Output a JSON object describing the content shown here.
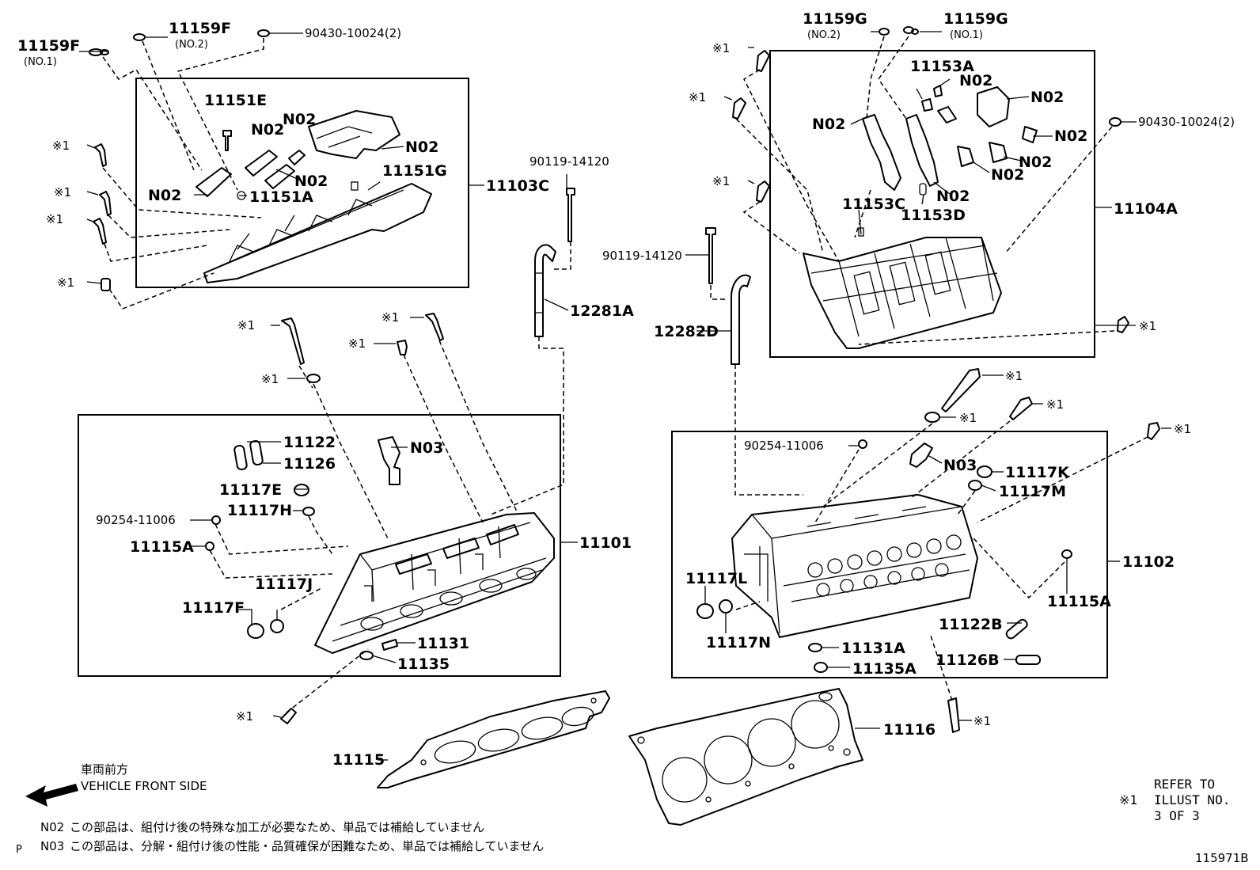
{
  "labels": {
    "p11159F_no1": "11159F",
    "p11159F_no1_sub": "(NO.1)",
    "p11159F_no2": "11159F",
    "p11159F_no2_sub": "(NO.2)",
    "p90430_left": "90430-10024(2)",
    "p11151E": "11151E",
    "n02_a": "N02",
    "n02_b": "N02",
    "n02_c": "N02",
    "n02_d": "N02",
    "n02_e": "N02",
    "p11151G": "11151G",
    "p11151A": "11151A",
    "p11103C": "11103C",
    "p90119_left": "90119-14120",
    "p12281A": "12281A",
    "p11122": "11122",
    "p11126": "11126",
    "n03_left": "N03",
    "p11117E": "11117E",
    "p11117H": "11117H",
    "p90254_left": "90254-11006",
    "p11115A_left": "11115A",
    "p11101": "11101",
    "p11117J": "11117J",
    "p11117F": "11117F",
    "p11131": "11131",
    "p11135": "11135",
    "p11115": "11115",
    "p11159G_no2": "11159G",
    "p11159G_no2_sub": "(NO.2)",
    "p11159G_no1": "11159G",
    "p11159G_no1_sub": "(NO.1)",
    "p11153A": "11153A",
    "n02_f": "N02",
    "n02_g": "N02",
    "n02_h": "N02",
    "n02_i": "N02",
    "n02_j": "N02",
    "n02_k": "N02",
    "n02_l": "N02",
    "p90430_right": "90430-10024(2)",
    "p11153C": "11153C",
    "p11153D": "11153D",
    "p11104A": "11104A",
    "p90119_right": "90119-14120",
    "p12282D": "12282D",
    "p90254_right": "90254-11006",
    "n03_right": "N03",
    "p11117K": "11117K",
    "p11117M": "11117M",
    "p11102": "11102",
    "p11115A_right": "11115A",
    "p11117L": "11117L",
    "p11117N": "11117N",
    "p11131A": "11131A",
    "p11135A": "11135A",
    "p11122B": "11122B",
    "p11126B": "11126B",
    "p11116": "11116",
    "ref_mark": "※1"
  },
  "footer": {
    "front_jp": "車両前方",
    "front_en": "VEHICLE FRONT SIDE",
    "note_n02_code": "N02",
    "note_n02_text": "この部品は、組付け後の特殊な加工が必要なため、単品では補給していません",
    "note_n03_code": "N03",
    "note_n03_text": "この部品は、分解・組付け後の性能・品質確保が困難なため、単品では補給していません",
    "page_marker": "P",
    "refer_mark": "※1",
    "refer_line1": "REFER TO",
    "refer_line2": "ILLUST NO.",
    "refer_line3": "3 OF 3",
    "illust_no": "115971B"
  }
}
